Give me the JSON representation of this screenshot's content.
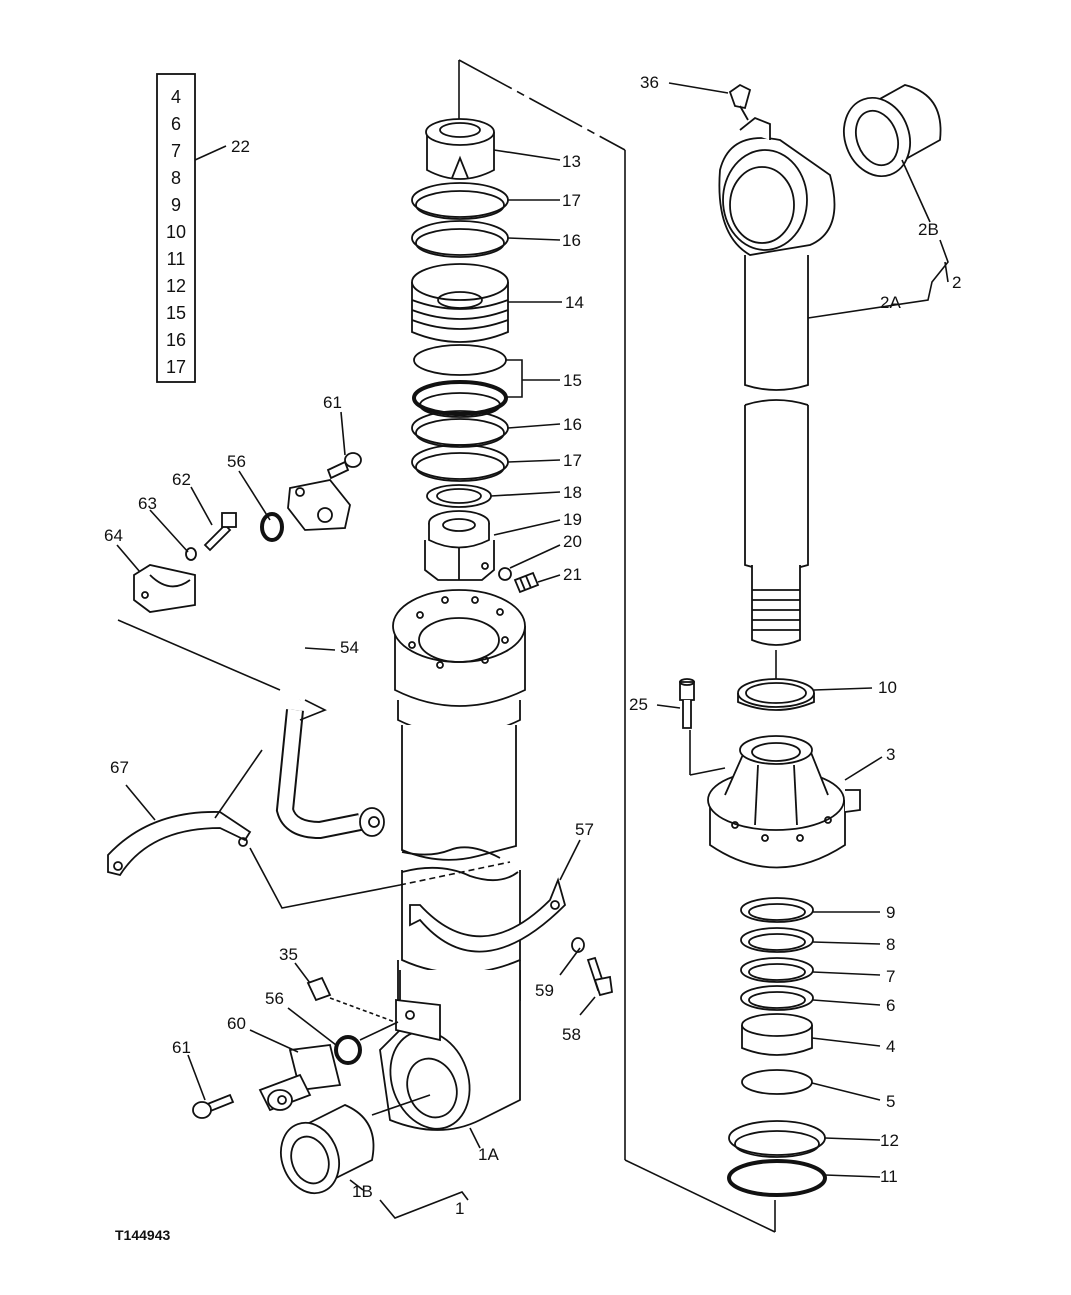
{
  "figure_id": "T144943",
  "kit_box": {
    "items": [
      "4",
      "6",
      "7",
      "8",
      "9",
      "10",
      "11",
      "12",
      "15",
      "16",
      "17"
    ],
    "callout": "22"
  },
  "callouts": {
    "c36": "36",
    "c13": "13",
    "c17a": "17",
    "c16a": "16",
    "c14": "14",
    "c15": "15",
    "c16b": "16",
    "c17b": "17",
    "c18": "18",
    "c19": "19",
    "c20": "20",
    "c21": "21",
    "c2B": "2B",
    "c2": "2",
    "c2A": "2A",
    "c61a": "61",
    "c56a": "56",
    "c62": "62",
    "c63": "63",
    "c64": "64",
    "c54": "54",
    "c25": "25",
    "c10": "10",
    "c3": "3",
    "c67": "67",
    "c57": "57",
    "c9": "9",
    "c8": "8",
    "c7": "7",
    "c6": "6",
    "c35": "35",
    "c56b": "56",
    "c59": "59",
    "c58": "58",
    "c60": "60",
    "c61b": "61",
    "c4": "4",
    "c5": "5",
    "c12": "12",
    "c11": "11",
    "c1A": "1A",
    "c1B": "1B",
    "c1": "1"
  }
}
